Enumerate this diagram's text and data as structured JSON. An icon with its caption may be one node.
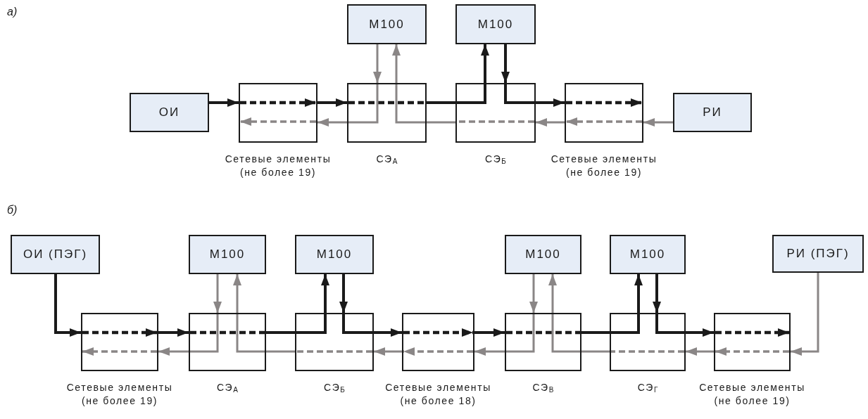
{
  "diagram": {
    "nodes": [
      {
        "text": [
          "M100"
        ]
      },
      {
        "text": [
          "M100"
        ]
      },
      {
        "text": [
          "ОИ"
        ]
      },
      {
        "text": [],
        "shape": "box",
        "beside": [
          "Сетевые элементы (не более 19)"
        ]
      },
      {
        "text": [],
        "shape": "box",
        "beside": [
          "СЭ$_{А}$"
        ]
      },
      {
        "text": [],
        "shape": "box",
        "beside": [
          "СЭ$_{Б}$"
        ]
      },
      {
        "text": [],
        "shape": "box",
        "beside": [
          "Сетевые элементы (не более 19)"
        ]
      },
      {
        "text": [
          "РИ"
        ]
      },
      {
        "text": [
          "ОИ (ПЭГ)"
        ]
      },
      {
        "text": [
          "M100"
        ]
      },
      {
        "text": [
          "M100"
        ]
      },
      {
        "text": [
          "M100"
        ]
      },
      {
        "text": [
          "M100"
        ]
      },
      {
        "text": [
          "РИ (ПЭГ)"
        ]
      },
      {
        "text": [],
        "shape": "box",
        "beside": [
          "Сетевые элементы (не более 19)"
        ]
      },
      {
        "text": [],
        "shape": "box",
        "beside": [
          "СЭ$_{А}$"
        ]
      },
      {
        "text": [],
        "shape": "box",
        "beside": [
          "СЭ$_{Б}$"
        ]
      },
      {
        "text": [],
        "shape": "box",
        "beside": [
          "Сетевые элементы (не более 18)"
        ]
      },
      {
        "text": [],
        "shape": "box",
        "beside": [
          "СЭ$_{В}$"
        ]
      },
      {
        "text": [],
        "shape": "box",
        "beside": [
          "СЭ$_{Г}$"
        ]
      },
      {
        "text": [],
        "shape": "box",
        "beside": [
          "Сетевые элементы (не более 19)"
        ]
      }
    ],
    "edges": [
      {
        "from": 2,
        "to": 3,
        "arrow": "to"
      },
      {
        "from": 3,
        "to": 4,
        "arrow": "to"
      },
      {
        "from": 4,
        "to": 5,
        "arrow": "none"
      },
      {
        "from": 5,
        "to": 1,
        "arrow": "to"
      },
      {
        "from": 1,
        "to": 5,
        "arrow": "to"
      },
      {
        "from": 5,
        "to": 6,
        "arrow": "to"
      },
      {
        "from": 7,
        "to": 6,
        "arrow": "to",
        "color": "#8a8686"
      },
      {
        "from": 6,
        "to": 5,
        "arrow": "to",
        "color": "#8a8686"
      },
      {
        "from": 5,
        "to": 4,
        "arrow": "none",
        "color": "#8a8686"
      },
      {
        "from": 4,
        "to": 0,
        "arrow": "to",
        "color": "#8a8686"
      },
      {
        "from": 0,
        "to": 4,
        "arrow": "to",
        "color": "#8a8686"
      },
      {
        "from": 4,
        "to": 3,
        "arrow": "to",
        "color": "#8a8686"
      },
      {
        "from": 8,
        "to": 14,
        "arrow": "to"
      },
      {
        "from": 14,
        "to": 15,
        "arrow": "to"
      },
      {
        "from": 15,
        "to": 16,
        "arrow": "none"
      },
      {
        "from": 16,
        "to": 10,
        "arrow": "to"
      },
      {
        "from": 10,
        "to": 16,
        "arrow": "to"
      },
      {
        "from": 16,
        "to": 17,
        "arrow": "to"
      },
      {
        "from": 17,
        "to": 18,
        "arrow": "to"
      },
      {
        "from": 18,
        "to": 19,
        "arrow": "none"
      },
      {
        "from": 19,
        "to": 12,
        "arrow": "to"
      },
      {
        "from": 12,
        "to": 19,
        "arrow": "to"
      },
      {
        "from": 19,
        "to": 20,
        "arrow": "to"
      },
      {
        "from": 13,
        "to": 20,
        "arrow": "to",
        "color": "#8a8686"
      },
      {
        "from": 20,
        "to": 19,
        "arrow": "to",
        "color": "#8a8686"
      },
      {
        "from": 19,
        "to": 18,
        "arrow": "none",
        "color": "#8a8686"
      },
      {
        "from": 18,
        "to": 11,
        "arrow": "to",
        "color": "#8a8686"
      },
      {
        "from": 11,
        "to": 18,
        "arrow": "to",
        "color": "#8a8686"
      },
      {
        "from": 18,
        "to": 17,
        "arrow": "to",
        "color": "#8a8686"
      },
      {
        "from": 17,
        "to": 16,
        "arrow": "to",
        "color": "#8a8686"
      },
      {
        "from": 16,
        "to": 15,
        "arrow": "none",
        "color": "#8a8686"
      },
      {
        "from": 15,
        "to": 9,
        "arrow": "to",
        "color": "#8a8686"
      },
      {
        "from": 9,
        "to": 15,
        "arrow": "to",
        "color": "#8a8686"
      },
      {
        "from": 15,
        "to": 14,
        "arrow": "to",
        "color": "#8a8686"
      }
    ],
    "labels": [
      "а)",
      "б)"
    ]
  }
}
